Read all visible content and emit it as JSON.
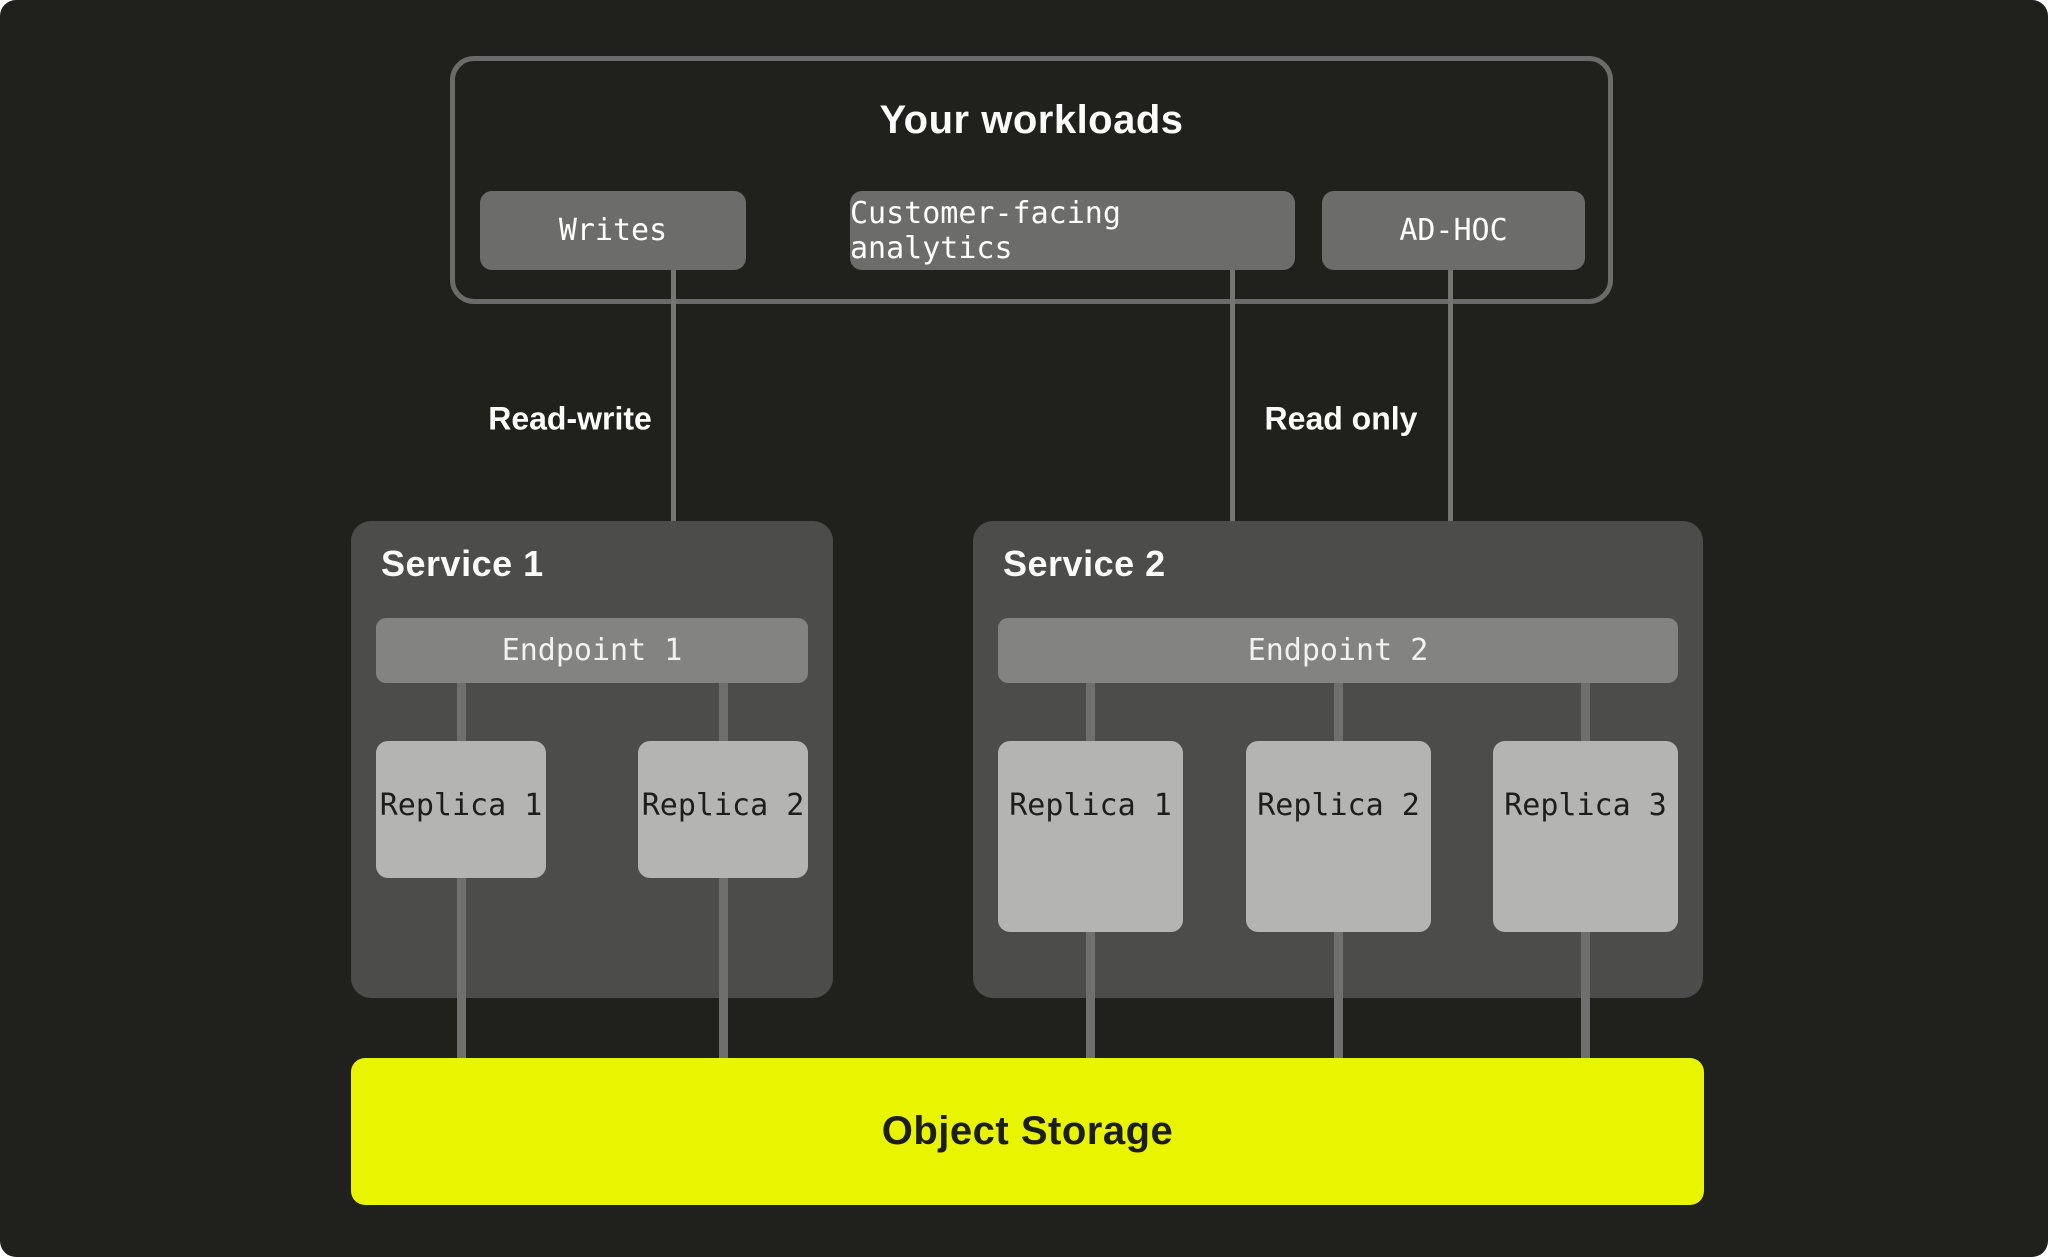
{
  "workloads": {
    "title": "Your workloads",
    "buttons": [
      {
        "label": "Writes"
      },
      {
        "label": "Customer-facing analytics"
      },
      {
        "label": "AD-HOC"
      }
    ]
  },
  "edges": {
    "read_write_label": "Read-write",
    "read_only_label": "Read only"
  },
  "services": [
    {
      "title": "Service 1",
      "endpoint": "Endpoint 1",
      "replicas": [
        "Replica 1",
        "Replica 2"
      ]
    },
    {
      "title": "Service 2",
      "endpoint": "Endpoint 2",
      "replicas": [
        "Replica 1",
        "Replica 2",
        "Replica 3"
      ]
    }
  ],
  "storage": {
    "label": "Object Storage",
    "color": "#e9f500"
  },
  "colors": {
    "background": "#20211c",
    "service_box": "#4c4c4a",
    "endpoint_bar": "#838381",
    "replica_box": "#b4b4b2",
    "connector_line": "#6f6f6d",
    "workloads_border": "#6b6b69"
  }
}
